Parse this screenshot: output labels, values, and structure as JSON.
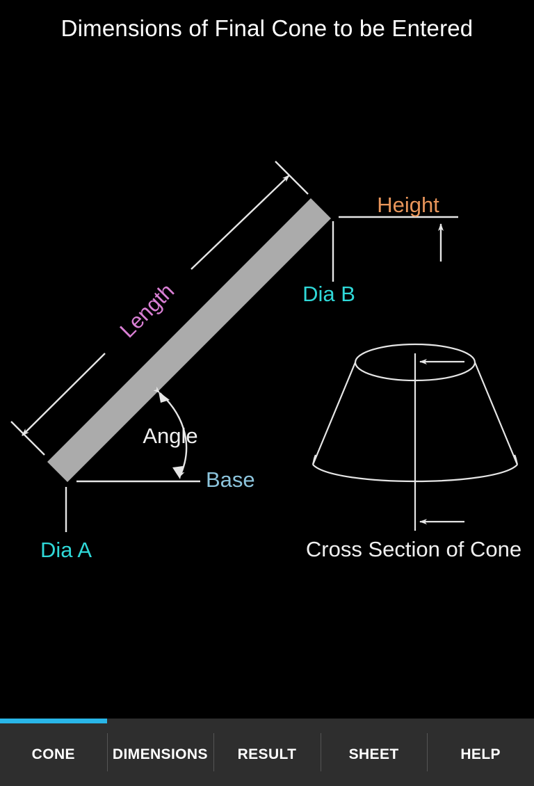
{
  "header": {
    "title": "Dimensions of Final Cone to be Entered"
  },
  "diagram": {
    "labels": {
      "length": "Length",
      "angle": "Angle",
      "base": "Base",
      "dia_a": "Dia A",
      "dia_b": "Dia B",
      "height": "Height",
      "cross_section": "Cross Section of Cone"
    },
    "colors": {
      "background": "#000000",
      "band_fill": "#ababab",
      "line": "#e6e6e6",
      "length_label": "#d97fd4",
      "angle_label": "#f0f0f0",
      "base_label": "#8cc4dc",
      "dia_label": "#2fd8d8",
      "height_label": "#e8955a",
      "cross_section_label": "#f0f0f0"
    }
  },
  "tabs": [
    {
      "label": "CONE",
      "active": true
    },
    {
      "label": "DIMENSIONS",
      "active": false
    },
    {
      "label": "RESULT",
      "active": false
    },
    {
      "label": "SHEET",
      "active": false
    },
    {
      "label": "HELP",
      "active": false
    }
  ],
  "theme": {
    "accent": "#29b6e8",
    "tab_bar_bg": "#2e2e2e",
    "tab_text": "#ffffff"
  }
}
